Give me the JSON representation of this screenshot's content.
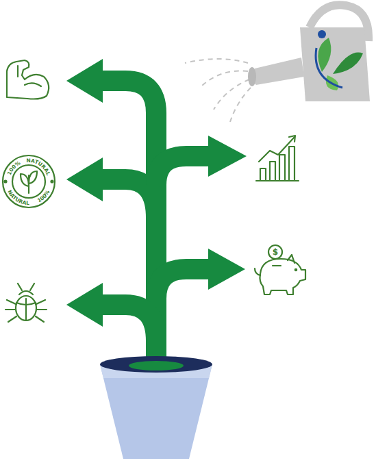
{
  "diagram": {
    "labels": [
      "100%",
      "NATURAL",
      "NATURAL",
      "100%",
      "$"
    ]
  }
}
